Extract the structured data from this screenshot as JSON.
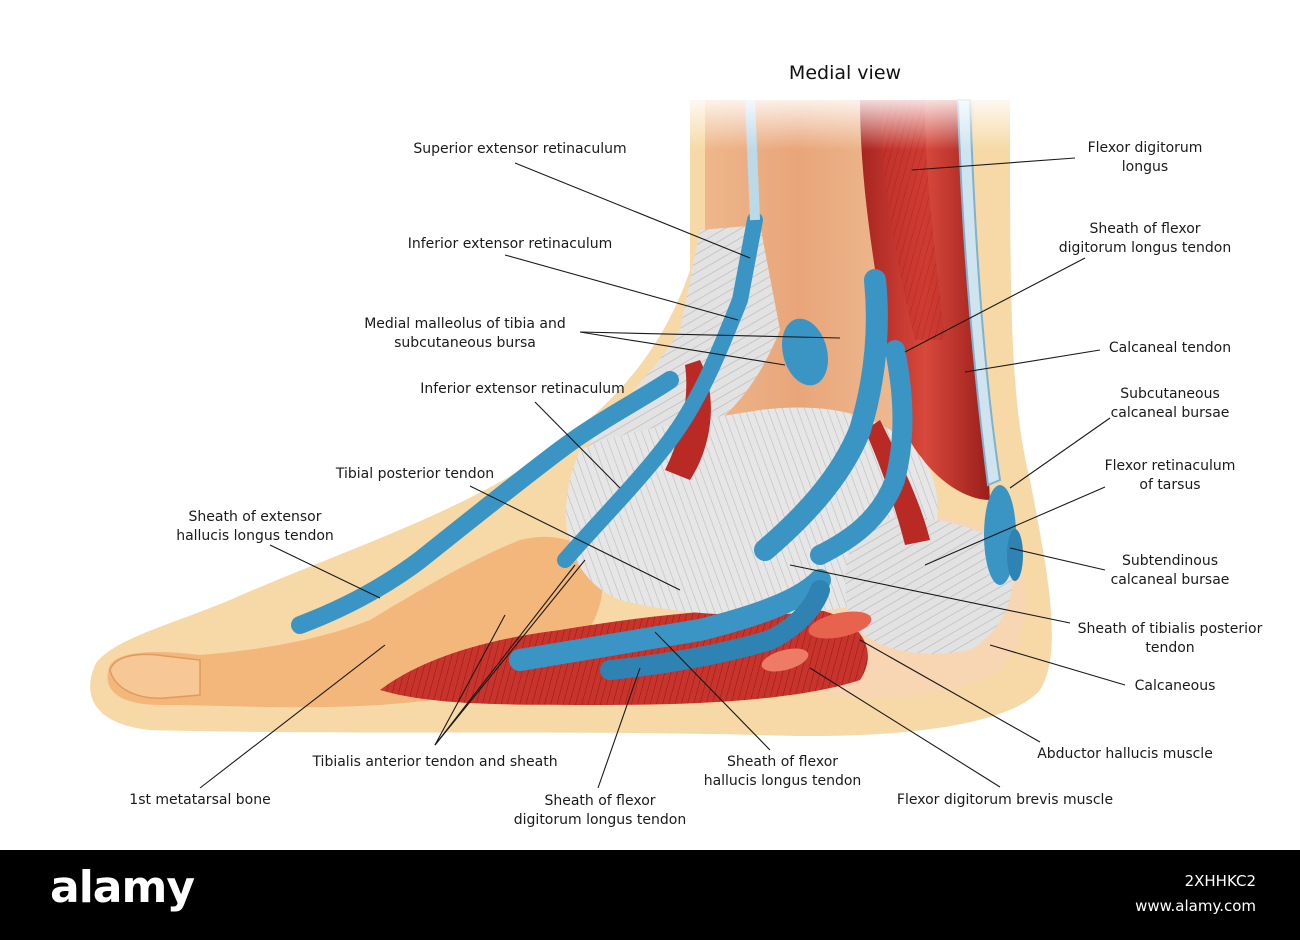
{
  "title": "Medial view",
  "labels": {
    "superior_extensor_retinaculum": "Superior extensor retinaculum",
    "inferior_extensor_retinaculum_1": "Inferior extensor retinaculum",
    "medial_malleolus_line1": "Medial malleolus of tibia and",
    "medial_malleolus_line2": "subcutaneous bursa",
    "inferior_extensor_retinaculum_2": "Inferior extensor retinaculum",
    "tibial_posterior_tendon": "Tibial posterior tendon",
    "sheath_ehl_line1": "Sheath of extensor",
    "sheath_ehl_line2": "hallucis longus tendon",
    "tibialis_anterior": "Tibialis anterior tendon and sheath",
    "first_metatarsal": "1st metatarsal bone",
    "sheath_fdl_bottom_line1": "Sheath of flexor",
    "sheath_fdl_bottom_line2": "digitorum longus tendon",
    "sheath_fhl_line1": "Sheath of flexor",
    "sheath_fhl_line2": "hallucis longus tendon",
    "fdb": "Flexor digitorum brevis muscle",
    "abductor_hallucis": "Abductor hallucis muscle",
    "calcaneous": "Calcaneous",
    "sheath_tp_line1": "Sheath of tibialis posterior",
    "sheath_tp_line2": "tendon",
    "subtendinous_line1": "Subtendinous",
    "subtendinous_line2": "calcaneal bursae",
    "flexor_retinaculum_line1": "Flexor retinaculum",
    "flexor_retinaculum_line2": "of tarsus",
    "subcutaneous_line1": "Subcutaneous",
    "subcutaneous_line2": "calcaneal bursae",
    "calcaneal_tendon": "Calcaneal  tendon",
    "sheath_fdl_top_line1": "Sheath of flexor",
    "sheath_fdl_top_line2": "digitorum longus tendon",
    "fdl_line1": "Flexor digitorum",
    "fdl_line2": "longus"
  },
  "footer": {
    "brand": "alamy",
    "image_id": "2XHHKC2",
    "url": "www.alamy.com"
  },
  "colors": {
    "skin": "#f6d9a6",
    "bone": "#f3b77c",
    "muscle": "#c8332c",
    "tendon_sheath": "#3a95c4",
    "retinaculum": "#dcdcdc"
  }
}
